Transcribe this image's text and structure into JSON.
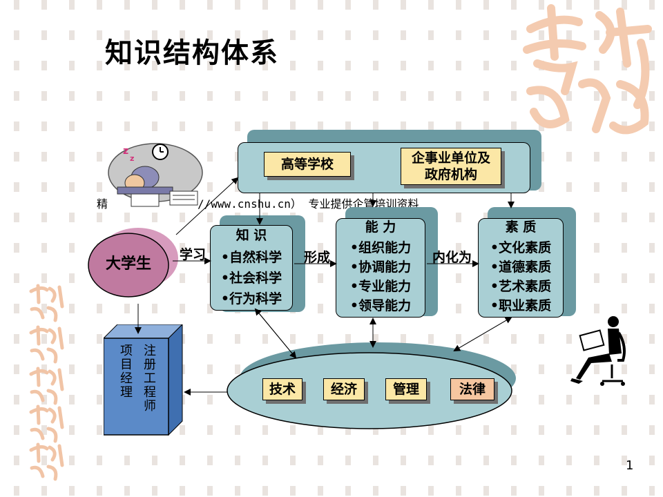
{
  "title": "知识结构体系",
  "page_number": "1",
  "watermark_caption": {
    "left": "精",
    "right": "//www.cnshu.cn） 专业提供企管培训资料"
  },
  "top_box": {
    "school": "高等学校",
    "enterprise_line1": "企事业单位及",
    "enterprise_line2": "政府机构"
  },
  "student": "大学生",
  "edges": {
    "learn": "学习",
    "form": "形成",
    "internalize": "内化为"
  },
  "knowledge": {
    "header": "知 识",
    "items": [
      "•自然科学",
      "•社会科学",
      "•行为科学"
    ]
  },
  "ability": {
    "header": "能 力",
    "items": [
      "•组织能力",
      "•协调能力",
      "•专业能力",
      "•领导能力"
    ]
  },
  "quality": {
    "header": "素 质",
    "items": [
      "•文化素质",
      "•道德素质",
      "•艺术素质",
      "•职业素质"
    ]
  },
  "bottom_chips": [
    "技术",
    "经济",
    "管理",
    "法律"
  ],
  "career": {
    "line1": "注册工程师",
    "line2": "项目经理"
  },
  "colors": {
    "box_fill": "#a9cfd4",
    "box_shadow": "#6b9aa2",
    "chip_fill": "#fbe7a6",
    "law_chip_fill": "#f6c6a0",
    "student_fill": "#c07aa0",
    "career_fill": "#5b8ac8",
    "decor": "#f4cbb0"
  }
}
